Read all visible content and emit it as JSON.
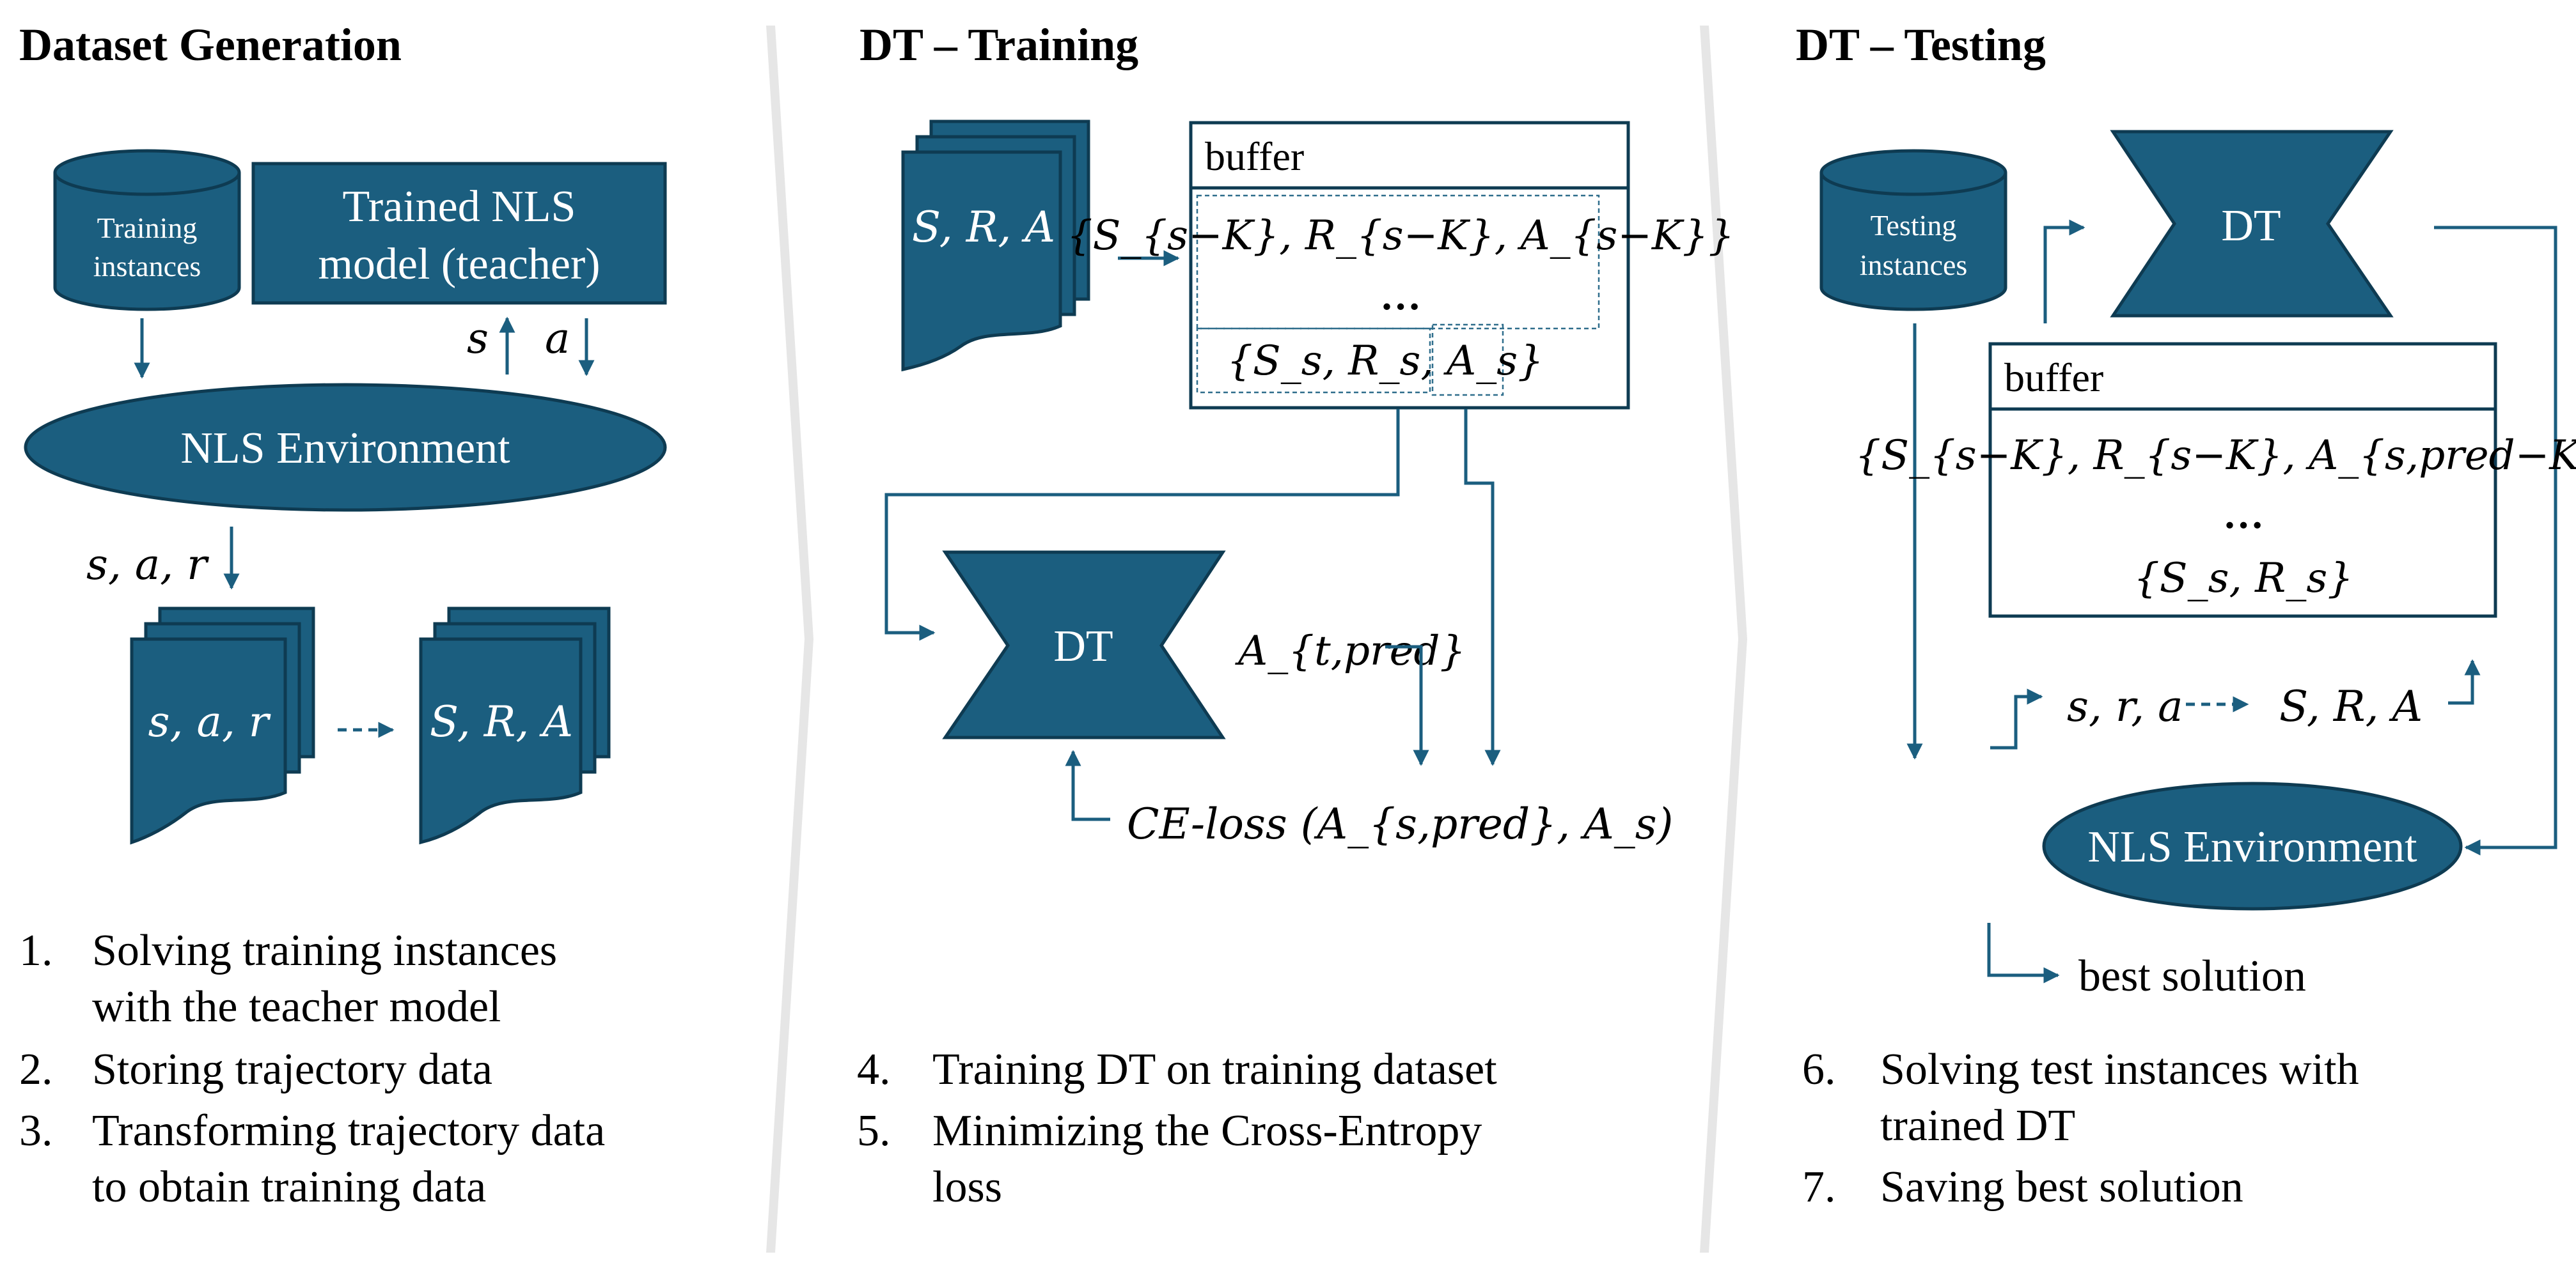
{
  "colors": {
    "primary": "#1b5e7f",
    "outline": "#0e3b52",
    "separator": "#e6e6e6"
  },
  "panels": {
    "dataset": {
      "title": "Dataset Generation",
      "training_db": [
        "Training",
        "instances"
      ],
      "teacher_box": [
        "Trained NLS",
        "model (teacher)"
      ],
      "label_s": "s",
      "label_a": "a",
      "environment": "NLS Environment",
      "label_sar": "s, a, r",
      "doc_left": "s, a, r",
      "doc_right": "S, R, A",
      "steps": [
        {
          "num": "1.",
          "lines": [
            "Solving training instances",
            "with the teacher model"
          ]
        },
        {
          "num": "2.",
          "lines": [
            "Storing trajectory data"
          ]
        },
        {
          "num": "3.",
          "lines": [
            "Transforming trajectory data",
            "to obtain training data"
          ]
        }
      ]
    },
    "training": {
      "title": "DT – Training",
      "doc": "S, R, A",
      "buffer_label": "buffer",
      "buffer_row1": "{S_{s−K}, R_{s−K}, A_{s−K}}",
      "buffer_dots": "…",
      "buffer_row2": "{S_s, R_s, A_s}",
      "dt": "DT",
      "a_pred": "A_{t,pred}",
      "ce_loss": "CE-loss (A_{s,pred}, A_s)",
      "steps": [
        {
          "num": "4.",
          "lines": [
            "Training DT on training dataset"
          ]
        },
        {
          "num": "5.",
          "lines": [
            "Minimizing the Cross-Entropy",
            "loss"
          ]
        }
      ]
    },
    "testing": {
      "title": "DT – Testing",
      "testing_db": [
        "Testing",
        "instances"
      ],
      "dt": "DT",
      "buffer_label": "buffer",
      "buffer_row1": "{S_{s−K}, R_{s−K}, A_{s,pred−K}}",
      "buffer_dots": "…",
      "buffer_row2": "{S_s, R_s}",
      "label_sra": "s, r, a",
      "label_SRA": "S, R, A",
      "environment": "NLS Environment",
      "best": "best solution",
      "steps": [
        {
          "num": "6.",
          "lines": [
            "Solving test instances with",
            "trained DT"
          ]
        },
        {
          "num": "7.",
          "lines": [
            "Saving best solution"
          ]
        }
      ]
    }
  }
}
